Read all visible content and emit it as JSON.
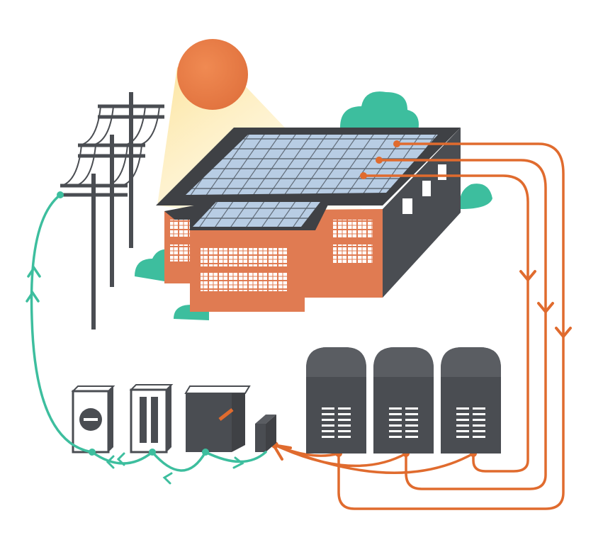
{
  "diagram": {
    "kind": "solar-power-system-illustration",
    "text_labels": [],
    "colors": {
      "sun": "#E9814A",
      "sun_glow": "#FCE39A",
      "brick": "#E07B52",
      "roof_dark": "#3F4145",
      "solar_panel": "#A9C3DE",
      "window": "#FFFFFF",
      "tree": "#3DBE9E",
      "dc_wire": "#E06B2E",
      "ac_wire": "#3DBE9E",
      "equipment": "#4A4D52"
    },
    "components": [
      {
        "id": "sun",
        "icon": "sun-icon"
      },
      {
        "id": "building",
        "icon": "building-icon"
      },
      {
        "id": "solar-array",
        "icon": "solar-panel-icon"
      },
      {
        "id": "utility-poles",
        "icon": "utility-pole-icon"
      },
      {
        "id": "utility-meter",
        "icon": "meter-icon"
      },
      {
        "id": "main-panel",
        "icon": "breaker-panel-icon"
      },
      {
        "id": "ac-disconnect",
        "icon": "disconnect-switch-icon"
      },
      {
        "id": "combiner-box",
        "icon": "junction-box-icon"
      },
      {
        "id": "inverters",
        "icon": "inverter-icon",
        "count": 3
      }
    ],
    "flows": [
      {
        "from": "solar-array",
        "to": "inverters",
        "type": "dc",
        "strands": 3
      },
      {
        "from": "inverters",
        "to": "combiner-box",
        "type": "dc"
      },
      {
        "from": "combiner-box",
        "to": "ac-disconnect",
        "type": "ac"
      },
      {
        "from": "ac-disconnect",
        "to": "main-panel",
        "type": "ac"
      },
      {
        "from": "main-panel",
        "to": "utility-meter",
        "type": "ac"
      },
      {
        "from": "utility-meter",
        "to": "utility-poles",
        "type": "ac"
      }
    ]
  }
}
